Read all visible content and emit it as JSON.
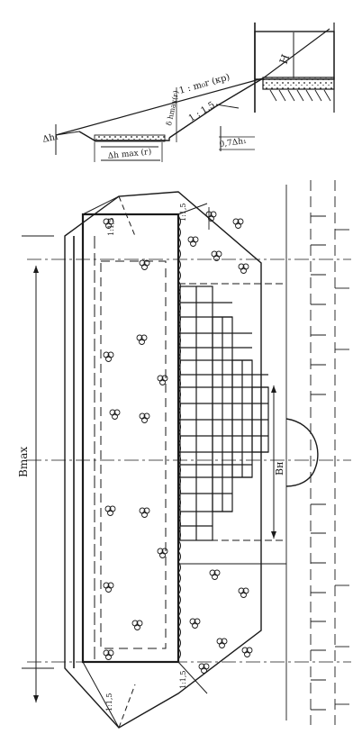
{
  "section": {
    "label_delta_h1": "Δh₁",
    "label_slope_main": "1 : m₀r (кр)",
    "label_slope_cut": "1 : 1,5",
    "label_delta_h_max": "Δh max (г)",
    "label_side_note": "δ hmax(г)",
    "label_0_7": "0,7Δh₁",
    "label_height": "H"
  },
  "plan": {
    "label_length": "Bmax",
    "label_slope_top_left": "1:1,5",
    "label_slope_top_right": "1:1,5",
    "label_slope_bottom_left": "1:1,5",
    "label_slope_bottom_right": "1:1,5",
    "label_width": "Bн"
  },
  "colors": {
    "ink": "#1a1a1a",
    "paper": "#ffffff",
    "hatch": "#333333"
  }
}
